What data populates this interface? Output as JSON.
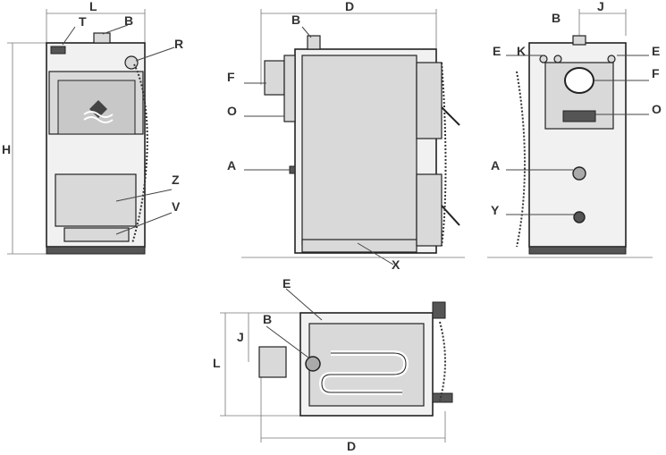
{
  "front_view": {
    "labels": {
      "L": "L",
      "T": "T",
      "B": "B",
      "R": "R",
      "H": "H",
      "Z": "Z",
      "V": "V"
    }
  },
  "side_view": {
    "labels": {
      "D": "D",
      "B": "B",
      "F": "F",
      "O": "O",
      "A": "A",
      "X": "X"
    }
  },
  "rear_view": {
    "labels": {
      "B": "B",
      "J": "J",
      "E_left": "E",
      "K": "K",
      "E_right": "E",
      "F": "F",
      "O": "O",
      "A": "A",
      "Y": "Y"
    }
  },
  "top_view": {
    "labels": {
      "E": "E",
      "B": "B",
      "J": "J",
      "L": "L",
      "D": "D"
    }
  },
  "colors": {
    "stroke": "#222222",
    "fill_light": "#f1f1f1",
    "fill_panel": "#d9d9d9"
  }
}
